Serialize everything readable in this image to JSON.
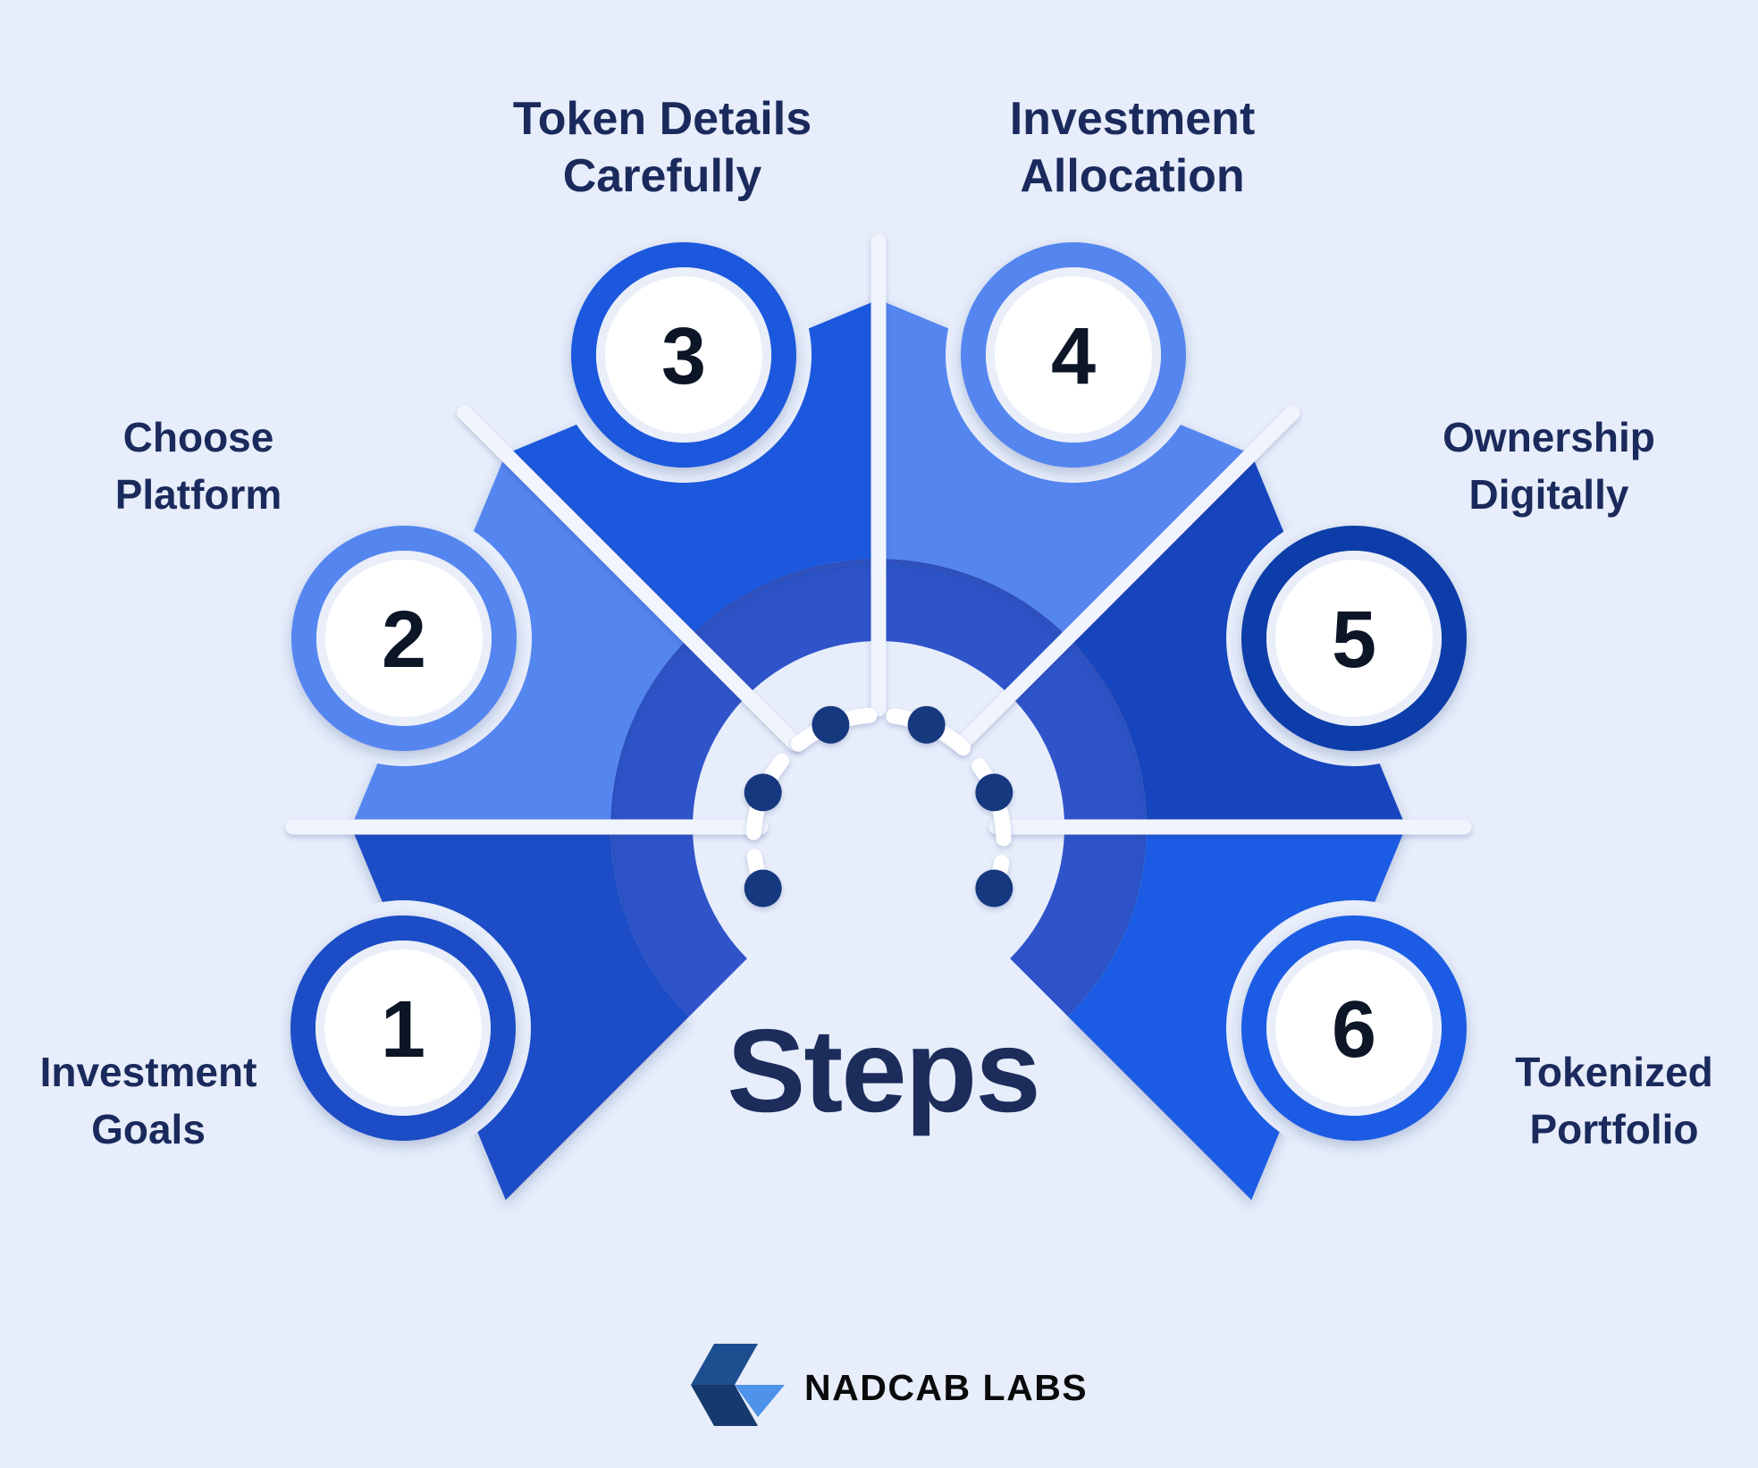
{
  "background_color": "#e7edfa",
  "colors": {
    "label_text": "#1b2a5c",
    "number_text": "#0c1426",
    "separator": "#f0f4fd",
    "arc_white": "#ffffff",
    "circle_gap": "#e7edfa",
    "circle_inner_shadow": "#e9eef9",
    "circle_face": "#ffffff"
  },
  "center": {
    "title": "Steps",
    "title_color": "#1c2d5c",
    "ring_color": "#2f54ca",
    "dot_color": "#14387f"
  },
  "wedges": [
    {
      "number": "1",
      "label_line1": "Investment",
      "label_line2": "Goals",
      "color": "#1d4dc6",
      "ring_color": "#1d4dc6"
    },
    {
      "number": "2",
      "label_line1": "Choose",
      "label_line2": "Platform",
      "color": "#5586f0",
      "ring_color": "#5586f0"
    },
    {
      "number": "3",
      "label_line1": "Token Details",
      "label_line2": "Carefully",
      "color": "#1a58dd",
      "ring_color": "#1a58dd"
    },
    {
      "number": "4",
      "label_line1": "Investment",
      "label_line2": "Allocation",
      "color": "#5586f0",
      "ring_color": "#5586f0"
    },
    {
      "number": "5",
      "label_line1": "Ownership",
      "label_line2": "Digitally",
      "color": "#1645bd",
      "ring_color": "#0f3da8"
    },
    {
      "number": "6",
      "label_line1": "Tokenized",
      "label_line2": "Portfolio",
      "color": "#1c5ce4",
      "ring_color": "#1c5ce4"
    }
  ],
  "footer": {
    "brand": "NADCAB LABS",
    "text_color": "#0a0a0c",
    "logo_color_top": "#1d4e8f",
    "logo_color_bottom": "#163a6d",
    "logo_color_accent": "#4e92ea"
  }
}
